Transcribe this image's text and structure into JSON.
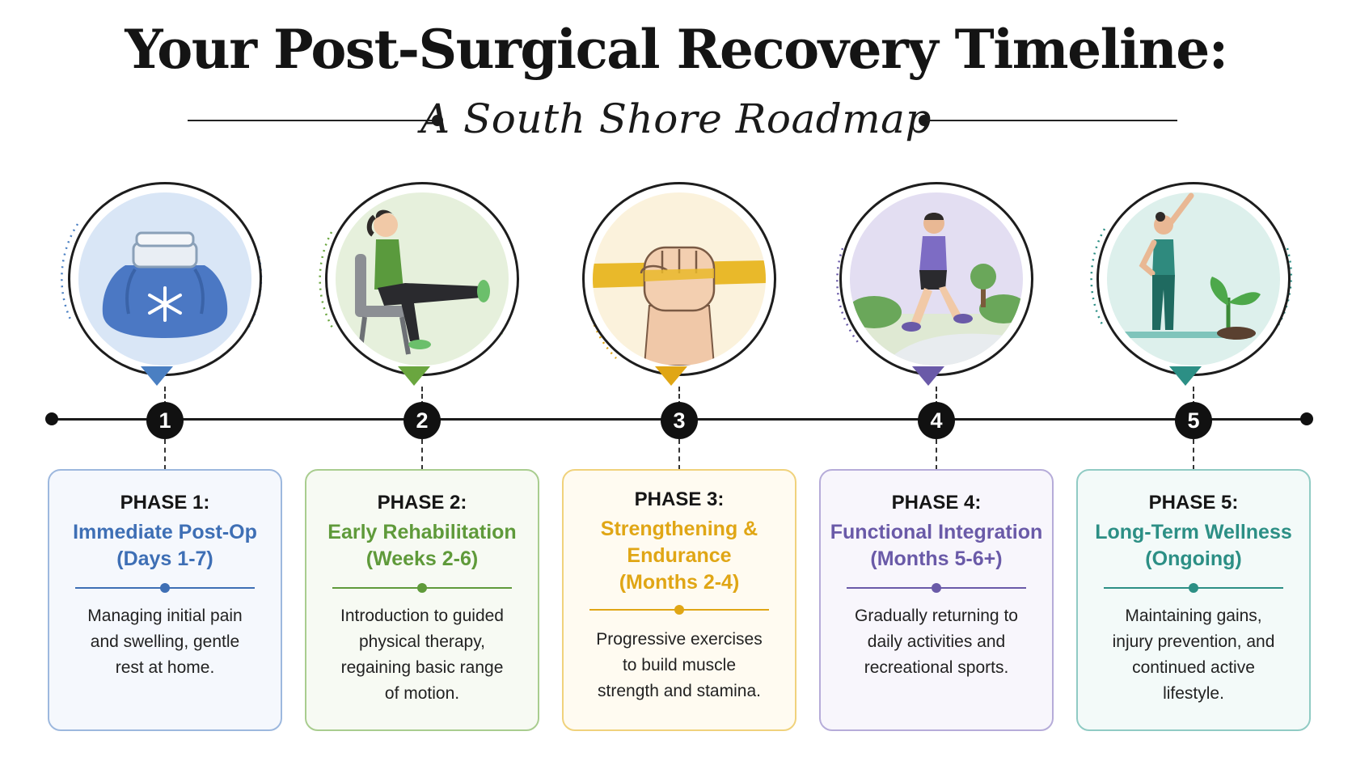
{
  "title": "Your Post-Surgical Recovery Timeline:",
  "subtitle": "A South Shore Roadmap",
  "phases": [
    {
      "number": "1",
      "phase_label": "PHASE 1:",
      "name_lines": [
        "Immediate Post-Op",
        "(Days 1-7)"
      ],
      "description_lines": [
        "Managing initial pain",
        "and swelling, gentle",
        "rest at home."
      ],
      "icon": "ice-pack-icon",
      "accent": "#3e6fb5",
      "border": "#9db8de",
      "bg": "#f5f8fd",
      "tint": "#dce8f7"
    },
    {
      "number": "2",
      "phase_label": "PHASE 2:",
      "name_lines": [
        "Early Rehabilitation",
        "(Weeks 2-6)"
      ],
      "description_lines": [
        "Introduction to guided",
        "physical therapy,",
        "regaining basic range",
        "of motion."
      ],
      "icon": "seated-leg-raise-icon",
      "accent": "#5f9a3a",
      "border": "#a9cd8f",
      "bg": "#f7faf3",
      "tint": "#e8f2df"
    },
    {
      "number": "3",
      "phase_label": "PHASE 3:",
      "name_lines": [
        "Strengthening &",
        "Endurance",
        "(Months 2-4)"
      ],
      "description_lines": [
        "Progressive exercises",
        "to build muscle",
        "strength and stamina."
      ],
      "icon": "resistance-band-fist-icon",
      "accent": "#e0a615",
      "border": "#f0d27c",
      "bg": "#fffbf1",
      "tint": "#fbf1d8"
    },
    {
      "number": "4",
      "phase_label": "PHASE 4:",
      "name_lines": [
        "Functional Integration",
        "(Months 5-6+)"
      ],
      "description_lines": [
        "Gradually returning to",
        "daily activities and",
        "recreational sports."
      ],
      "icon": "walking-person-icon",
      "accent": "#6a5aa8",
      "border": "#b6acd9",
      "bg": "#f8f6fc",
      "tint": "#e7e2f4"
    },
    {
      "number": "5",
      "phase_label": "PHASE 5:",
      "name_lines": [
        "Long-Term Wellness",
        "(Ongoing)"
      ],
      "description_lines": [
        "Maintaining gains,",
        "injury prevention, and",
        "continued active",
        "lifestyle."
      ],
      "icon": "stretching-person-plant-icon",
      "accent": "#2c8f85",
      "border": "#90cbc4",
      "bg": "#f3faf9",
      "tint": "#def1ee"
    }
  ]
}
